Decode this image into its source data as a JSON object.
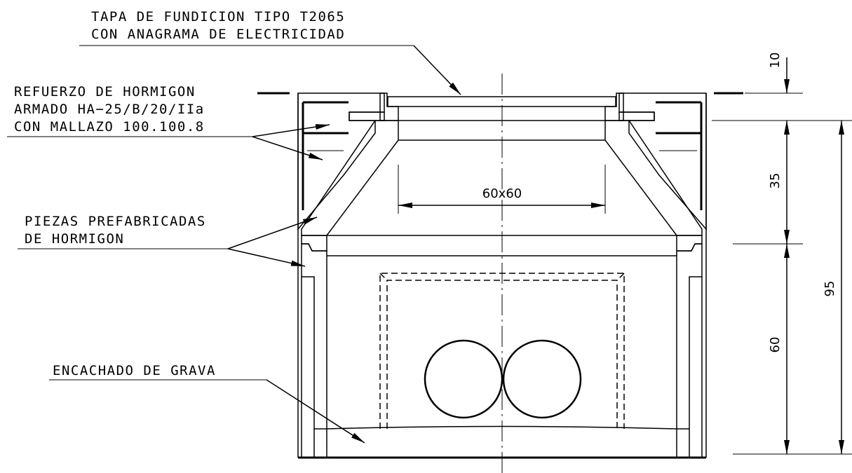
{
  "labels": {
    "tapa_line1": "TAPA DE FUNDICION TIPO T2065",
    "tapa_line2": "CON ANAGRAMA DE ELECTRICIDAD",
    "refuerzo_line1": "REFUERZO DE HORMIGON",
    "refuerzo_line2": "ARMADO HA−25/B/20/IIa",
    "refuerzo_line3": "CON MALLAZO 100.100.8",
    "piezas_line1": "PIEZAS PREFABRICADAS",
    "piezas_line2": "DE HORMIGON",
    "encachado": "ENCACHADO DE GRAVA"
  },
  "dimensions": {
    "opening": "60x60",
    "top": "10",
    "upper": "35",
    "lower": "60",
    "total": "95"
  }
}
